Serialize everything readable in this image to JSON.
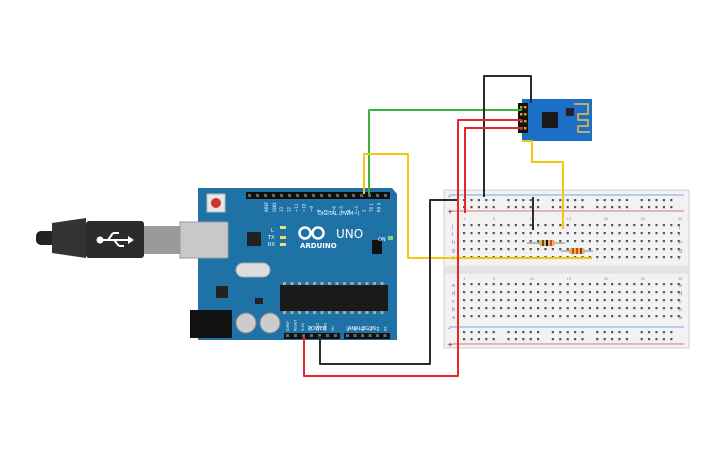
{
  "arduino": {
    "brand": "ARDUINO",
    "model": "UNO",
    "digital_label": "DIGITAL (PWM~)",
    "analog_label": "ANALOG IN",
    "power_label": "POWER",
    "on_label": "ON",
    "led_l": "L",
    "led_tx": "TX",
    "led_rx": "RX",
    "aref": "AREF",
    "gnd": "GND",
    "digital_pins": [
      "13",
      "12",
      "~11",
      "~10",
      "~9",
      "8",
      "7",
      "~6",
      "~5",
      "4",
      "~3",
      "2",
      "TX 1",
      "RX 0"
    ],
    "power_pins": [
      "IOREF",
      "RESET",
      "3.3V",
      "5V",
      "GND",
      "GND",
      "Vin"
    ],
    "analog_pins": [
      "A0",
      "A1",
      "A2",
      "A3",
      "A4",
      "A5"
    ]
  },
  "breadboard": {
    "rows_top": [
      "j",
      "i",
      "h",
      "g",
      "f"
    ],
    "rows_bottom": [
      "e",
      "d",
      "c",
      "b",
      "a"
    ],
    "rail_minus": "-",
    "rail_plus": "+",
    "column_numbers": [
      "1",
      "5",
      "10",
      "15",
      "20",
      "25",
      "30"
    ]
  },
  "wires": {
    "colors": {
      "red": "#e8242d",
      "black": "#2b2b2b",
      "green": "#3cb43c",
      "yellow": "#f2c80f"
    }
  },
  "icons": {
    "usb": "usb-icon",
    "arduino_logo": "infinity-logo-icon"
  }
}
